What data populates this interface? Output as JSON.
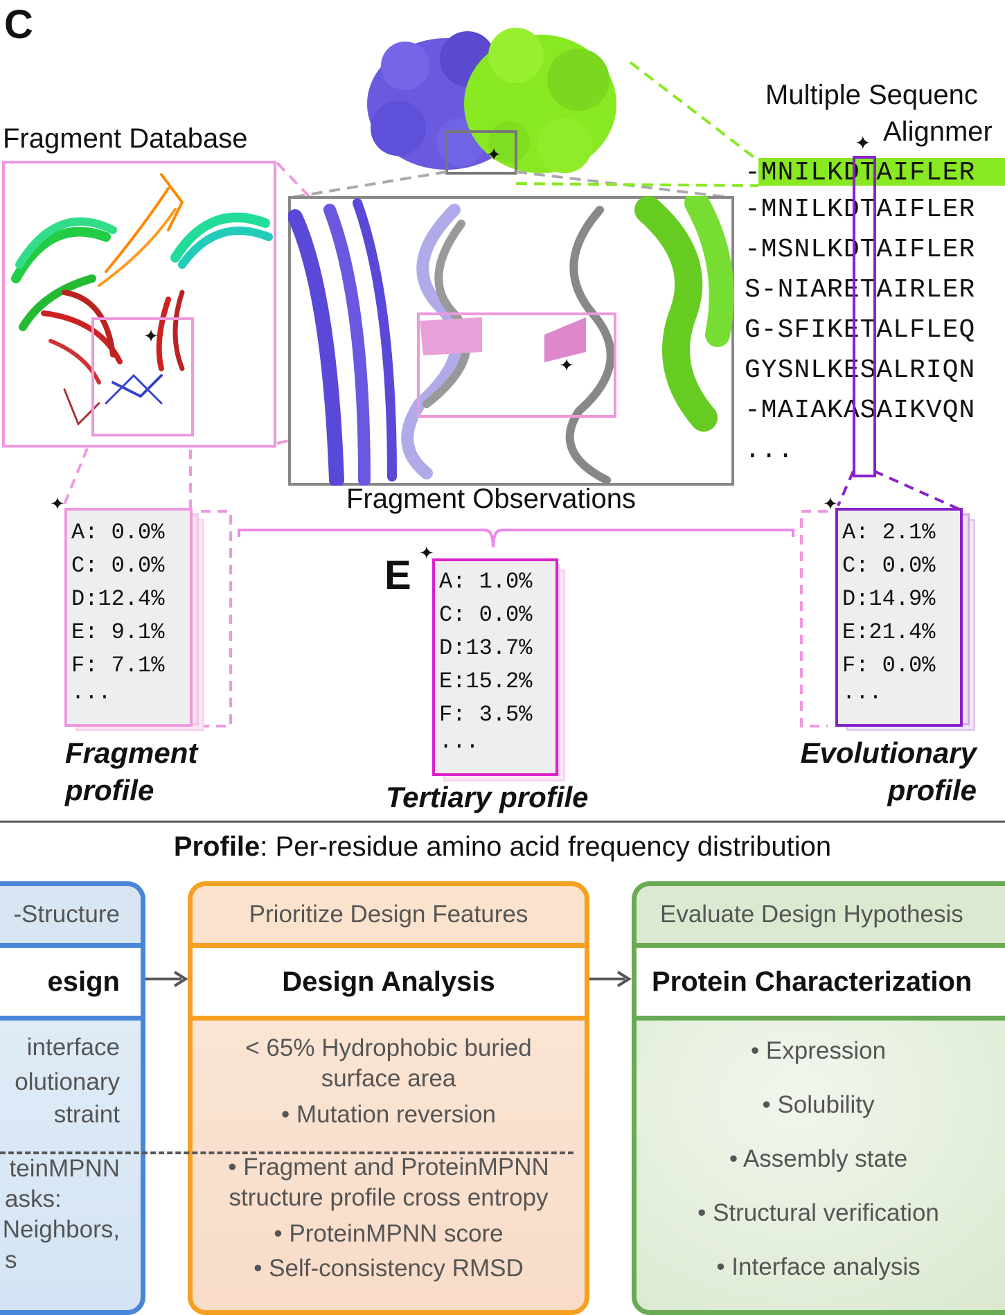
{
  "panel_c_letter": "C",
  "panel_e_letter": "E",
  "fragment_database_label": "Fragment Database",
  "msa_label_line1": "Multiple Sequenc",
  "msa_label_line2": "Alignmer",
  "fragment_observations_label": "Fragment Observations",
  "msa_sequences": [
    "-MNILKDTAIFLER",
    "-MNILKDTAIFLER",
    "-MSNLKDTAIFLER",
    "S-NIARETAIRLER",
    "G-SFIKETALFLEQ",
    "GYSNLKESALRIQN",
    "-MAIAKASAIKVQN",
    "..."
  ],
  "fragment_profile": {
    "rows": [
      "A: 0.0%",
      "C: 0.0%",
      "D:12.4%",
      "E: 9.1%",
      "F: 7.1%",
      "..."
    ],
    "title_line1": "Fragment",
    "title_line2": "profile"
  },
  "tertiary_profile": {
    "rows": [
      "A: 1.0%",
      "C: 0.0%",
      "D:13.7%",
      "E:15.2%",
      "F: 3.5%",
      "..."
    ],
    "title": "Tertiary profile"
  },
  "evolutionary_profile": {
    "rows": [
      "A: 2.1%",
      "C: 0.0%",
      "D:14.9%",
      "E:21.4%",
      "F: 0.0%",
      "..."
    ],
    "title_line1": "Evolutionary",
    "title_line2": "profile"
  },
  "profile_definition_bold": "Profile",
  "profile_definition_rest": ": Per-residue amino acid frequency distribution",
  "flow": {
    "left": {
      "header": "-Structure",
      "title": "esign",
      "items": [
        "interface",
        "olutionary",
        "straint"
      ],
      "items2": [
        "teinMPNN",
        "asks:",
        "Neighbors,",
        "s"
      ]
    },
    "middle": {
      "header": "Prioritize Design Features",
      "title": "Design Analysis",
      "items": [
        "< 65% Hydrophobic buried",
        "surface area",
        "• Mutation reversion"
      ],
      "items2": [
        "• Fragment and ProteinMPNN",
        "structure profile cross entropy",
        "• ProteinMPNN score",
        "• Self-consistency RMSD"
      ]
    },
    "right": {
      "header": "Evaluate Design Hypothesis",
      "title": "Protein Characterization",
      "items": [
        "• Expression",
        "• Solubility",
        "• Assembly state",
        "• Structural verification",
        "• Interface analysis"
      ]
    }
  },
  "colors": {
    "fragment_pink": "#ee99dd",
    "tertiary_magenta": "#dd22cc",
    "evolution_purple": "#8822cc",
    "chain_blue": "#6a5ae0",
    "chain_green": "#88e822",
    "flow_blue": "#4a86d8",
    "flow_orange": "#f5a020",
    "flow_green": "#6aaa55"
  }
}
